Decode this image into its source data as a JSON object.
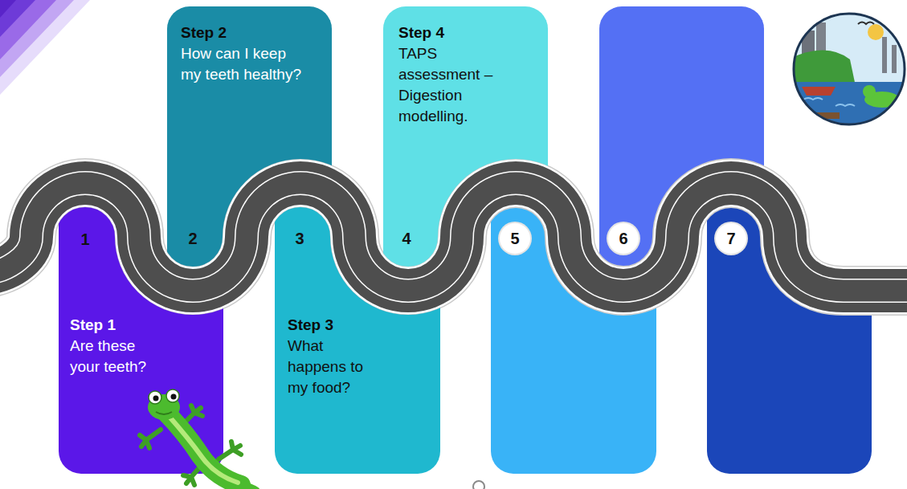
{
  "diagram": {
    "nodes": [
      {
        "text": [
          "1"
        ]
      },
      {
        "text": [
          "Step 1",
          "Are these your teeth?"
        ]
      },
      {
        "text": [
          "2"
        ]
      },
      {
        "text": [
          "Step 2",
          "How can I keep my teeth healthy?"
        ]
      },
      {
        "text": [
          "3"
        ]
      },
      {
        "text": [
          "Step 3",
          "What happens to my food?"
        ]
      },
      {
        "text": [
          "4"
        ]
      },
      {
        "text": [
          "Step 4",
          "TAPS assessment – Digestion modelling."
        ]
      },
      {
        "text": [
          "5"
        ]
      },
      {
        "text": [
          "6"
        ]
      },
      {
        "text": [
          "7"
        ]
      }
    ]
  }
}
